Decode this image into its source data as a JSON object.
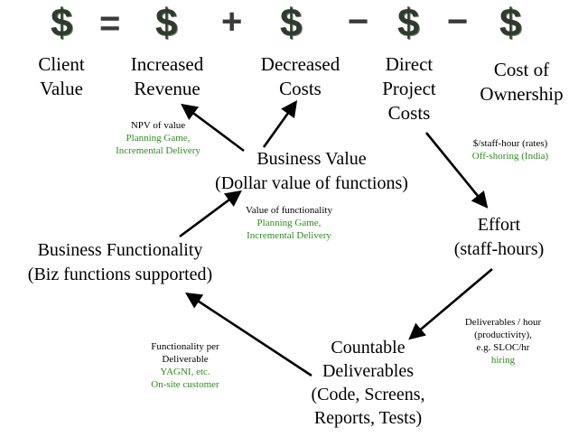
{
  "equation": {
    "symbols": [
      "$",
      "=",
      "$",
      "+",
      "$",
      "−",
      "$",
      "−",
      "$"
    ],
    "terms": [
      {
        "lines": [
          "Client",
          "Value"
        ]
      },
      {
        "lines": [
          "Increased",
          "Revenue"
        ]
      },
      {
        "lines": [
          "Decreased",
          "Costs"
        ]
      },
      {
        "lines": [
          "Direct",
          "Project",
          "Costs"
        ]
      },
      {
        "lines": [
          "Cost of",
          "Ownership"
        ]
      }
    ]
  },
  "nodes": {
    "business_value": {
      "lines": [
        "Business Value",
        "(Dollar value of functions)"
      ]
    },
    "effort": {
      "lines": [
        "Effort",
        "(staff-hours)"
      ]
    },
    "business_functionality": {
      "lines": [
        "Business Functionality",
        "(Biz functions supported)"
      ]
    },
    "countable_deliverables": {
      "lines": [
        "Countable",
        "Deliverables",
        "(Code, Screens,",
        "Reports, Tests)"
      ]
    }
  },
  "annotations": {
    "npv": {
      "black": [
        "NPV of value"
      ],
      "green": [
        "Planning Game,",
        "Incremental Delivery"
      ]
    },
    "rates": {
      "black": [
        "$/staff-hour (rates)"
      ],
      "green": [
        "Off-shoring (India)"
      ]
    },
    "functionality_value": {
      "black": [
        "Value of functionality"
      ],
      "green": [
        "Planning Game,",
        "Incremental Delivery"
      ]
    },
    "productivity": {
      "black": [
        "Deliverables / hour",
        "(productivity),",
        "e.g. SLOC/hr"
      ],
      "green": [
        "hiring"
      ]
    },
    "functionality_per": {
      "black": [
        "Functionality per",
        "Deliverable"
      ],
      "green": [
        "YAGNI, etc.",
        "On-site customer"
      ]
    }
  },
  "colors": {
    "green_text": "#2e8b1f",
    "dollar": "#2f3b2f"
  }
}
